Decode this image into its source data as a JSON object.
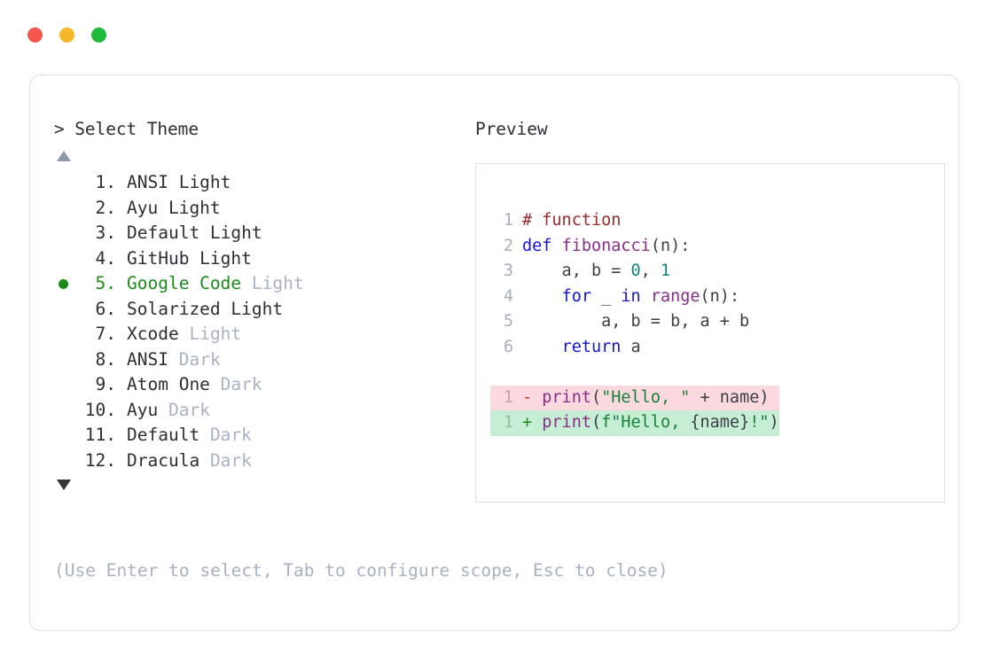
{
  "window": {
    "traffic_lights": [
      {
        "name": "close-button",
        "color": "#F4564E"
      },
      {
        "name": "minimize-button",
        "color": "#F5B828"
      },
      {
        "name": "maximize-button",
        "color": "#20BA3A"
      }
    ]
  },
  "prompt": {
    "header": "> Select Theme",
    "scroll_up_icon": "triangle-up-icon",
    "scroll_down_icon": "triangle-down-icon",
    "hint": "(Use Enter to select, Tab to configure scope, Esc to close)",
    "selected_index": 5,
    "selected_color": "#1C8B1C",
    "items": [
      {
        "index": "1.",
        "name": "ANSI Light",
        "variant": "",
        "muted_variant": false,
        "selected": false
      },
      {
        "index": "2.",
        "name": "Ayu Light",
        "variant": "",
        "muted_variant": false,
        "selected": false
      },
      {
        "index": "3.",
        "name": "Default Light",
        "variant": "",
        "muted_variant": false,
        "selected": false
      },
      {
        "index": "4.",
        "name": "GitHub Light",
        "variant": "",
        "muted_variant": false,
        "selected": false
      },
      {
        "index": "5.",
        "name": "Google Code",
        "variant": "Light",
        "muted_variant": true,
        "selected": true
      },
      {
        "index": "6.",
        "name": "Solarized Light",
        "variant": "",
        "muted_variant": false,
        "selected": false
      },
      {
        "index": "7.",
        "name": "Xcode",
        "variant": "Light",
        "muted_variant": true,
        "selected": false
      },
      {
        "index": "8.",
        "name": "ANSI",
        "variant": "Dark",
        "muted_variant": true,
        "selected": false
      },
      {
        "index": "9.",
        "name": "Atom One",
        "variant": "Dark",
        "muted_variant": true,
        "selected": false
      },
      {
        "index": "10.",
        "name": "Ayu",
        "variant": "Dark",
        "muted_variant": true,
        "selected": false
      },
      {
        "index": "11.",
        "name": "Default",
        "variant": "Dark",
        "muted_variant": true,
        "selected": false
      },
      {
        "index": "12.",
        "name": "Dracula",
        "variant": "Dark",
        "muted_variant": true,
        "selected": false
      }
    ]
  },
  "preview": {
    "header": "Preview",
    "code_lines": [
      {
        "ln": "1",
        "tokens": [
          {
            "t": "# function",
            "c": "tk-comment"
          }
        ]
      },
      {
        "ln": "2",
        "tokens": [
          {
            "t": "def ",
            "c": "tk-keyword"
          },
          {
            "t": "fibonacci",
            "c": "tk-func"
          },
          {
            "t": "(n):",
            "c": "tk-punct"
          }
        ]
      },
      {
        "ln": "3",
        "tokens": [
          {
            "t": "    a, b = ",
            "c": "tk-plain"
          },
          {
            "t": "0",
            "c": "tk-number"
          },
          {
            "t": ", ",
            "c": "tk-plain"
          },
          {
            "t": "1",
            "c": "tk-number"
          }
        ]
      },
      {
        "ln": "4",
        "tokens": [
          {
            "t": "    ",
            "c": "tk-plain"
          },
          {
            "t": "for",
            "c": "tk-keyword"
          },
          {
            "t": " _ ",
            "c": "tk-plain"
          },
          {
            "t": "in",
            "c": "tk-keyword"
          },
          {
            "t": " ",
            "c": "tk-plain"
          },
          {
            "t": "range",
            "c": "tk-func"
          },
          {
            "t": "(n):",
            "c": "tk-punct"
          }
        ]
      },
      {
        "ln": "5",
        "tokens": [
          {
            "t": "        a, b = b, a + b",
            "c": "tk-plain"
          }
        ]
      },
      {
        "ln": "6",
        "tokens": [
          {
            "t": "    ",
            "c": "tk-plain"
          },
          {
            "t": "return",
            "c": "tk-keyword"
          },
          {
            "t": " a",
            "c": "tk-plain"
          }
        ]
      }
    ],
    "diff_lines": [
      {
        "ln": "1",
        "kind": "del",
        "sign": "-",
        "tokens": [
          {
            "t": "print",
            "c": "tk-func"
          },
          {
            "t": "(",
            "c": "tk-punct"
          },
          {
            "t": "\"Hello, \"",
            "c": "tk-string"
          },
          {
            "t": " + name)",
            "c": "tk-plain"
          }
        ]
      },
      {
        "ln": "1",
        "kind": "add",
        "sign": "+",
        "tokens": [
          {
            "t": "print",
            "c": "tk-func"
          },
          {
            "t": "(",
            "c": "tk-punct"
          },
          {
            "t": "f\"Hello, ",
            "c": "tk-string"
          },
          {
            "t": "{name}",
            "c": "tk-plain"
          },
          {
            "t": "!\"",
            "c": "tk-string"
          },
          {
            "t": ")",
            "c": "tk-punct"
          }
        ]
      }
    ],
    "diff_colors": {
      "removed_background": "#FBD9DE",
      "added_background": "#C6EED4"
    }
  }
}
